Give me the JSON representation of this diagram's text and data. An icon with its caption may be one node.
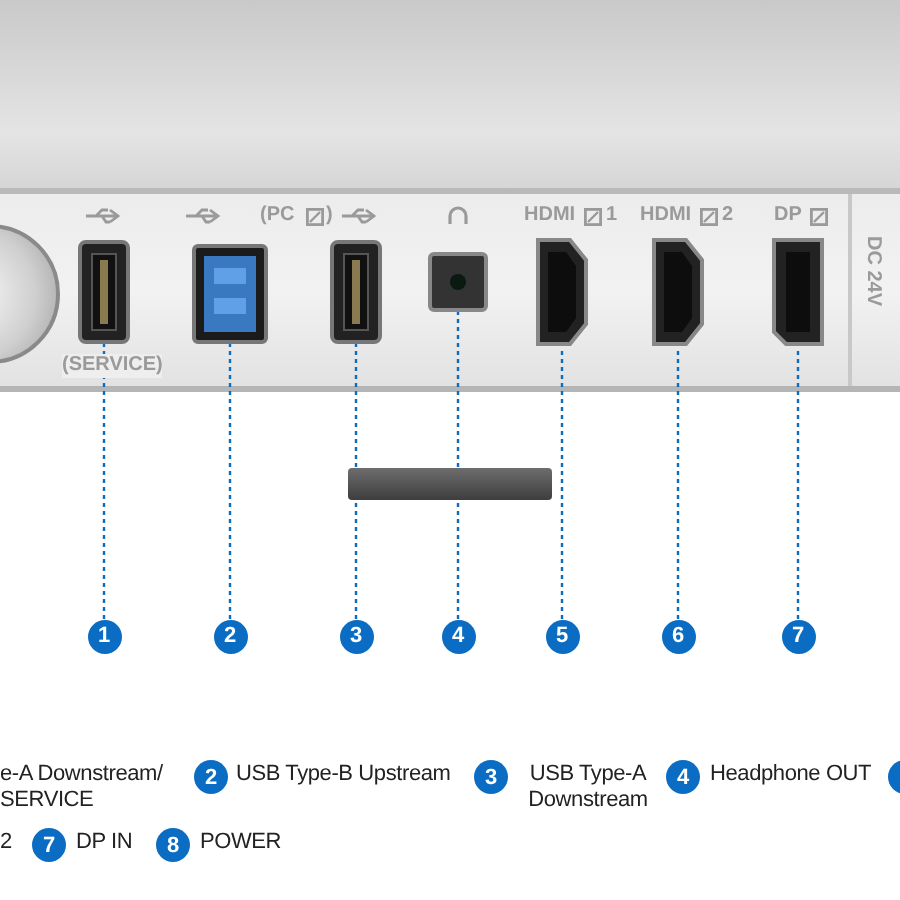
{
  "diagram": {
    "nodes": [
      {
        "text": [],
        "shape": "picture"
      },
      {
        "text": [],
        "shape": "picture"
      },
      {
        "text": [],
        "shape": "picture"
      },
      {
        "text": [],
        "shape": "picture"
      },
      {
        "text": [],
        "shape": "picture"
      },
      {
        "text": [],
        "shape": "picture"
      },
      {
        "text": [],
        "shape": "picture"
      },
      {
        "text": [
          "1"
        ]
      },
      {
        "text": [
          "2"
        ]
      },
      {
        "text": [
          "3"
        ]
      },
      {
        "text": [
          "4"
        ]
      },
      {
        "text": [
          "5"
        ]
      },
      {
        "text": [
          "6"
        ]
      },
      {
        "text": [
          "7"
        ]
      },
      {
        "text": [],
        "shape": "circle"
      },
      {
        "text": [],
        "shape": "bar"
      },
      {
        "text": [
          "2"
        ],
        "beside": [
          "USB Type-B Upstream"
        ]
      },
      {
        "text": [
          "3"
        ],
        "beside": [
          "USB Type-A Downstream"
        ]
      },
      {
        "text": [
          "4"
        ],
        "beside": [
          "Headphone OUT"
        ]
      },
      {
        "text": [],
        "shape": "circle"
      },
      {
        "text": [
          "7"
        ],
        "beside": [
          "DP IN"
        ]
      },
      {
        "text": [
          "8"
        ],
        "beside": [
          "POWER"
        ]
      }
    ],
    "edges": [
      {
        "from": 7,
        "to": 0,
        "arrow": "none",
        "style": "dashed"
      },
      {
        "from": 8,
        "to": 1,
        "arrow": "none",
        "style": "dashed"
      },
      {
        "from": 9,
        "to": 2,
        "arrow": "none",
        "style": "dashed"
      },
      {
        "from": 10,
        "to": 3,
        "arrow": "none",
        "style": "dashed"
      },
      {
        "from": 11,
        "to": 4,
        "arrow": "none",
        "style": "dashed"
      },
      {
        "from": 12,
        "to": 5,
        "arrow": "none",
        "style": "dashed"
      },
      {
        "from": 13,
        "to": 6,
        "arrow": "none",
        "style": "dashed"
      }
    ],
    "labels": [
      "(PC",
      ")",
      "HDMI",
      "1",
      "HDMI",
      "2",
      "DP",
      "(SERVICE)",
      "DC 24V",
      "e-A Downstream/ SERVICE",
      "2"
    ]
  }
}
